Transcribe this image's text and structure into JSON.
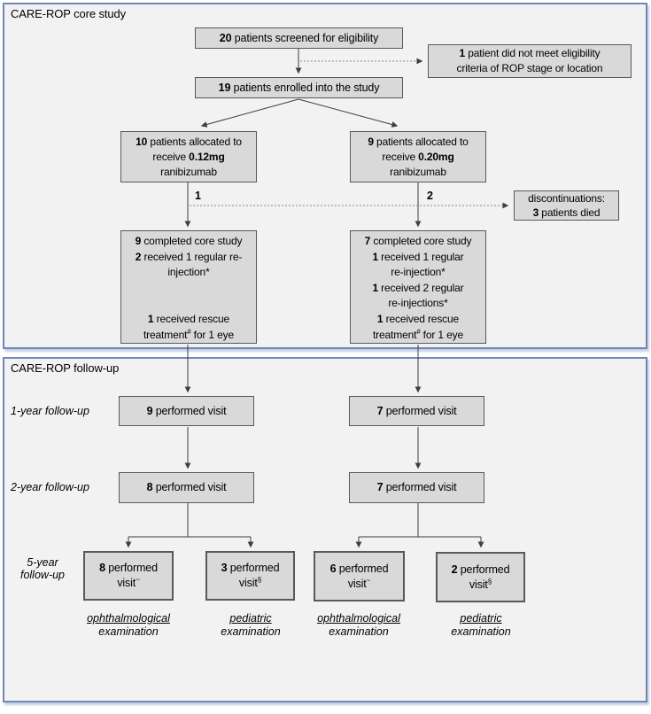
{
  "panels": {
    "core": {
      "title": "CARE-ROP core study"
    },
    "followup": {
      "title": "CARE-ROP follow-up"
    }
  },
  "colors": {
    "box_fill": "#d9d9d9",
    "box_border": "#595959",
    "panel_fill": "#f2f2f2",
    "panel_border": "#7187b8",
    "line_color": "#3f3f3f",
    "dotted_color": "#8c8c8c",
    "text_color": "#000000"
  },
  "boxes": {
    "screened": {
      "lines": [
        "**20** patients screened for eligibility"
      ]
    },
    "not_eligible": {
      "lines": [
        "**1** patient did not meet eligibility",
        "criteria of ROP stage or location"
      ]
    },
    "enrolled": {
      "lines": [
        "**19** patients enrolled into the study"
      ]
    },
    "alloc_low": {
      "lines": [
        "**10** patients allocated to",
        "receive **0.12mg**",
        "ranibizumab"
      ]
    },
    "alloc_high": {
      "lines": [
        "**9** patients allocated to",
        "receive **0.20mg**",
        "ranibizumab"
      ]
    },
    "discontinuations": {
      "lines": [
        "discontinuations:",
        "**3** patients died"
      ]
    },
    "completed_low": {
      "lines": [
        "**9** completed core study",
        "**2** received 1 regular re-",
        "injection*",
        "",
        "",
        "**1** received rescue",
        "treatment^{#} for 1 eye"
      ]
    },
    "completed_high": {
      "lines": [
        "**7** completed core study",
        "**1** received 1 regular",
        "re-injection*",
        "**1** received 2 regular",
        "re-injections*",
        "**1** received rescue",
        "treatment^{#} for 1 eye"
      ]
    },
    "y1_low": {
      "lines": [
        "**9** performed visit"
      ]
    },
    "y1_high": {
      "lines": [
        "**7** performed visit"
      ]
    },
    "y2_low": {
      "lines": [
        "**8** performed visit"
      ]
    },
    "y2_high": {
      "lines": [
        "**7** performed visit"
      ]
    },
    "y5_low_oph": {
      "lines": [
        "**8** performed",
        "visit^{~}"
      ]
    },
    "y5_low_ped": {
      "lines": [
        "**3** performed",
        "visit^{§}"
      ]
    },
    "y5_high_oph": {
      "lines": [
        "**6** performed",
        "visit^{~}"
      ]
    },
    "y5_high_ped": {
      "lines": [
        "**2** performed",
        "visit^{§}"
      ]
    }
  },
  "arrow_labels": {
    "low": "1",
    "high": "2"
  },
  "row_labels": {
    "y1": "1-year follow-up",
    "y2": "2-year follow-up",
    "y5_line1": "5-year",
    "y5_line2": "follow-up"
  },
  "exam_labels": [
    {
      "top": "ophthalmological",
      "bottom": "examination"
    },
    {
      "top": "pediatric",
      "bottom": "examination"
    },
    {
      "top": "ophthalmological",
      "bottom": "examination"
    },
    {
      "top": "pediatric",
      "bottom": "examination"
    }
  ]
}
